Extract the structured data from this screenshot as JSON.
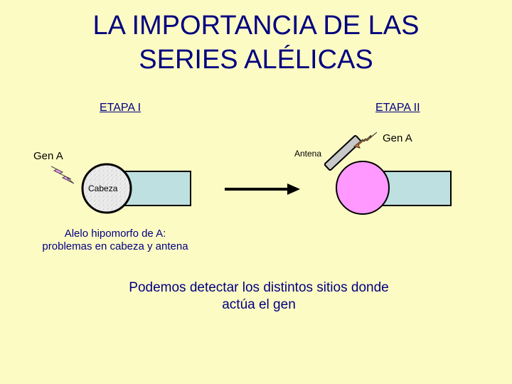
{
  "title": {
    "line1": "LA IMPORTANCIA DE LAS",
    "line2": "SERIES ALÉLICAS"
  },
  "stages": {
    "stage1": "ETAPA I",
    "stage2": "ETAPA II"
  },
  "left": {
    "gene_label": "Gen A",
    "head_label": "Cabeza",
    "caption_line1": "Alelo hipomorfo de A:",
    "caption_line2": "problemas en cabeza y antena"
  },
  "right": {
    "gene_label": "Gen A",
    "antenna_label": "Antena"
  },
  "conclusion": {
    "line1": "Podemos detectar los distintos sitios donde",
    "line2": "actúa el gen"
  },
  "colors": {
    "background": "#fdfbc4",
    "title_text": "#000080",
    "body_box": "#bfe0e0",
    "head_right": "#ff99ff",
    "head_left": "#e8e8e8",
    "bolt_left": "#ff99ff",
    "bolt_right": "#e07020",
    "antenna": "#c8c8c8"
  },
  "icons": {
    "left_bolt": "lightning-bolt-icon",
    "right_bolt": "lightning-bolt-icon",
    "arrow": "right-arrow-icon"
  }
}
